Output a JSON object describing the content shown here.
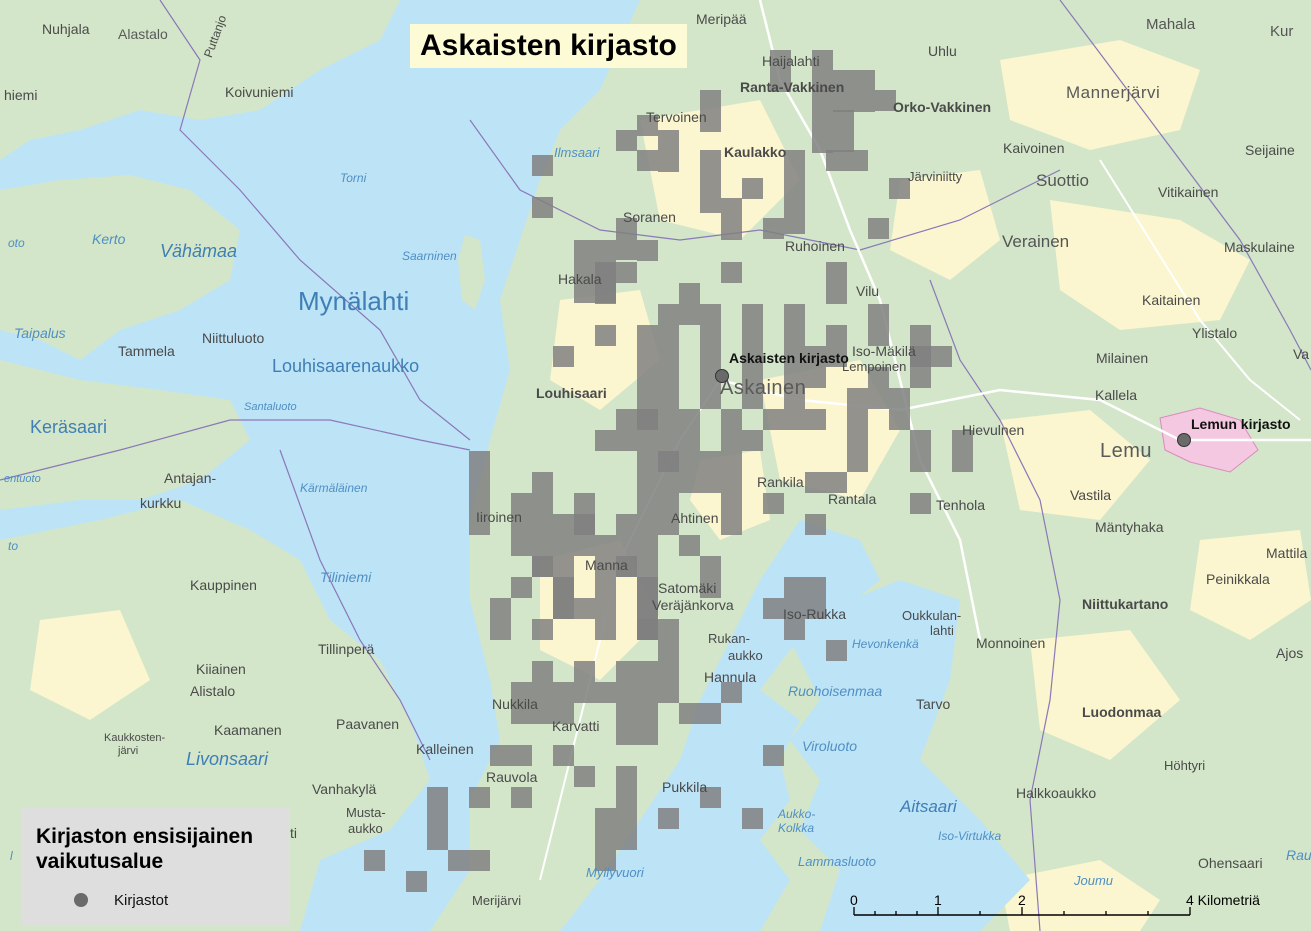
{
  "title": "Askaisten kirjasto",
  "legend": {
    "title_line1": "Kirjaston ensisijainen",
    "title_line2": "vaikutusalue",
    "item_label": "Kirjastot"
  },
  "colors": {
    "water": "#bde3f7",
    "land": "#d3e6c9",
    "field": "#fbf6cf",
    "grid": "#808080",
    "lemun_area": "#f3c8e0",
    "library_dot": "#6a6a6a"
  },
  "libraries": [
    {
      "label": "Askaisten kirjasto"
    },
    {
      "label": "Lemun kirjasto"
    }
  ],
  "scale_bar": {
    "ticks": [
      "0",
      "1",
      "2",
      "4 Kilometriä"
    ]
  },
  "place_labels": {
    "nuhjala": "Nuhjala",
    "alastalo": "Alastalo",
    "puttanjo": "Puttanjo",
    "meripaa": "Meripää",
    "mahala": "Mahala",
    "kur": "Kur",
    "hiemi": "hiemi",
    "koivuniemi": "Koivuniemi",
    "haijalahti": "Haijalahti",
    "uhlu": "Uhlu",
    "ranta_vakkinen": "Ranta-Vakkinen",
    "orko_vakkinen": "Orko-Vakkinen",
    "mannerjarvi": "Mannerjärvi",
    "tervoinen": "Tervoinen",
    "ilmsaari": "Ilmsaari",
    "kaulakko": "Kaulakko",
    "kaivoinen": "Kaivoinen",
    "seijainen": "Seijaine",
    "torni": "Torni",
    "jarviniitty": "Järviniitty",
    "suottio": "Suottio",
    "vitikainen": "Vitikainen",
    "kerto": "Kerto",
    "vahamaa": "Vähämaa",
    "soranen": "Soranen",
    "saarninen": "Saarninen",
    "ruhoinen": "Ruhoinen",
    "verainen": "Verainen",
    "maskulainen": "Maskulaine",
    "hakala": "Hakala",
    "mynalahti": "Mynälahti",
    "vilu": "Vilu",
    "kaitainen": "Kaitainen",
    "taipalus": "Taipalus",
    "niittuluoto": "Niittuluoto",
    "ylistalo": "Ylistalo",
    "tammela": "Tammela",
    "louhisaarenaukko": "Louhisaarenaukko",
    "iso_makila": "Iso-Mäkilä",
    "lempoinen": "Lempoinen",
    "milainen": "Milainen",
    "va": "Va",
    "louhisaari": "Louhisaari",
    "askainen": "Askainen",
    "santaluoto": "Santaluoto",
    "kallela": "Kallela",
    "kerasaari": "Keräsaari",
    "hievulnen": "Hievulnen",
    "lemu": "Lemu",
    "antajan": "Antajan-",
    "kurkku": "kurkku",
    "karmalainen": "Kärmäläinen",
    "rankila": "Rankila",
    "rantala": "Rantala",
    "tenhola": "Tenhola",
    "vastila": "Vastila",
    "iiroinen": "Iiroinen",
    "ahtinen": "Ahtinen",
    "mantyhaka": "Mäntyhaka",
    "mattila": "Mattila",
    "tiliniemi": "Tiliniemi",
    "kauppinen": "Kauppinen",
    "manna": "Manna",
    "satomaki": "Satomäki",
    "verajankorva": "Veräjänkorva",
    "peinikkala": "Peinikkala",
    "iso_rukka": "Iso-Rukka",
    "niittukartano": "Niittukartano",
    "oukkulanlahti1": "Oukkulan-",
    "oukkulanlahti2": "lahti",
    "hevonkenka": "Hevonkenkä",
    "monnoinen": "Monnoinen",
    "tillinpera": "Tillinperä",
    "rukanaukko1": "Rukan-",
    "rukanaukko2": "aukko",
    "ajos": "Ajos",
    "kiiainen": "Kiiainen",
    "alistalo": "Alistalo",
    "hannula": "Hannula",
    "ruohoisenmaa": "Ruohoisenmaa",
    "tarvo": "Tarvo",
    "nukkila": "Nukkila",
    "luodonmaa": "Luodonmaa",
    "kaamanen": "Kaamanen",
    "paavanen": "Paavanen",
    "karvatti": "Karvatti",
    "kaukkosten1": "Kaukkosten-",
    "kaukkosten2": "järvi",
    "livonsaari": "Livonsaari",
    "kalleinen": "Kalleinen",
    "viroluoto": "Viroluoto",
    "hohtyri": "Höhtyri",
    "rauvola": "Rauvola",
    "vanhakyla": "Vanhakylä",
    "pukkila": "Pukkila",
    "halkkoaukko": "Halkkoaukko",
    "musta1": "Musta-",
    "musta2": "aukko",
    "aitsaari": "Aitsaari",
    "aukko_kolkka1": "Aukko-",
    "aukko_kolkka2": "Kolkka",
    "iso_virtukka": "Iso-Virtukka",
    "ti": "ti",
    "lammasluoto": "Lammasluoto",
    "ohensaari": "Ohensaari",
    "rau": "Rau",
    "mylyvuori": "Myllyvuori",
    "joumu": "Joumu",
    "merijarvi": "Merijärvi",
    "oto": "oto",
    "to": "to",
    "entuoto": "entuoto",
    "l": "l"
  }
}
